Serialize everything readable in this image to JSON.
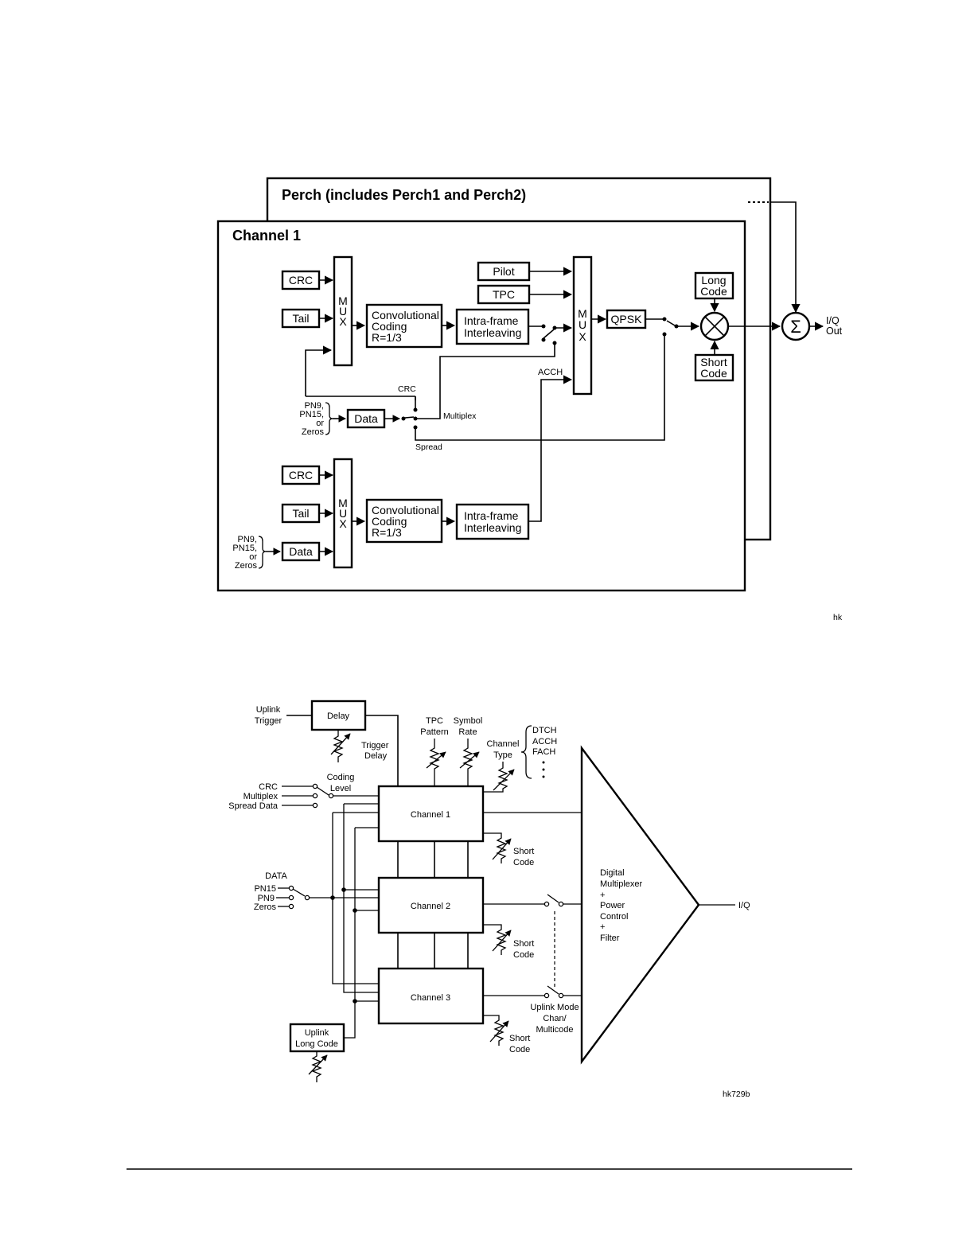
{
  "diagram1": {
    "perch_title": "Perch (includes Perch1 and Perch2)",
    "channel_title": "Channel 1",
    "upper": {
      "crc": "CRC",
      "tail": "Tail",
      "mux_letters": [
        "M",
        "U",
        "X"
      ],
      "conv_lines": [
        "Convolutional",
        "Coding",
        "R=1/3"
      ],
      "inter_lines": [
        "Intra-frame",
        "Interleaving"
      ],
      "pilot": "Pilot",
      "tpc": "TPC",
      "mux2_letters": [
        "M",
        "U",
        "X"
      ],
      "qpsk": "QPSK",
      "long_code": [
        "Long",
        "Code"
      ],
      "short_code": [
        "Short",
        "Code"
      ],
      "sum_symbol": "Σ",
      "iq_out": [
        "I/Q",
        "Out"
      ],
      "acch": "ACCH",
      "crc_sw": "CRC",
      "multiplex": "Multiplex",
      "spread": "Spread",
      "pn_lines": [
        "PN9,",
        "PN15,",
        "or",
        "Zeros"
      ],
      "data": "Data"
    },
    "lower": {
      "crc": "CRC",
      "tail": "Tail",
      "mux_letters": [
        "M",
        "U",
        "X"
      ],
      "conv_lines": [
        "Convolutional",
        "Coding",
        "R=1/3"
      ],
      "inter_lines": [
        "Intra-frame",
        "Interleaving"
      ],
      "pn_lines": [
        "PN9,",
        "PN15,",
        "or",
        "Zeros"
      ],
      "data": "Data"
    },
    "fig_id": "hk"
  },
  "diagram2": {
    "uplink_trigger": [
      "Uplink",
      "Trigger"
    ],
    "delay": "Delay",
    "trigger_delay": [
      "Trigger",
      "Delay"
    ],
    "tpc_pattern": [
      "TPC",
      "Pattern"
    ],
    "symbol_rate": [
      "Symbol",
      "Rate"
    ],
    "channel_type": [
      "Channel",
      "Type"
    ],
    "type_list": [
      "DTCH",
      "ACCH",
      "FACH"
    ],
    "coding_level": [
      "Coding",
      "Level"
    ],
    "coding_inputs": [
      "CRC",
      "Multiplex",
      "Spread Data"
    ],
    "channel1": "Channel 1",
    "channel2": "Channel 2",
    "channel3": "Channel 3",
    "short_code": [
      "Short",
      "Code"
    ],
    "data_label": "DATA",
    "data_inputs": [
      "PN15",
      "PN9",
      "Zeros"
    ],
    "dmux_lines": [
      "Digital",
      "Multiplexer",
      "+",
      "Power",
      "Control",
      "+",
      "Filter"
    ],
    "iq": "I/Q",
    "uplink_mode": [
      "Uplink Mode",
      "Chan/",
      "Multicode"
    ],
    "uplink_long_code": [
      "Uplink",
      "Long Code"
    ],
    "fig_id": "hk729b"
  }
}
